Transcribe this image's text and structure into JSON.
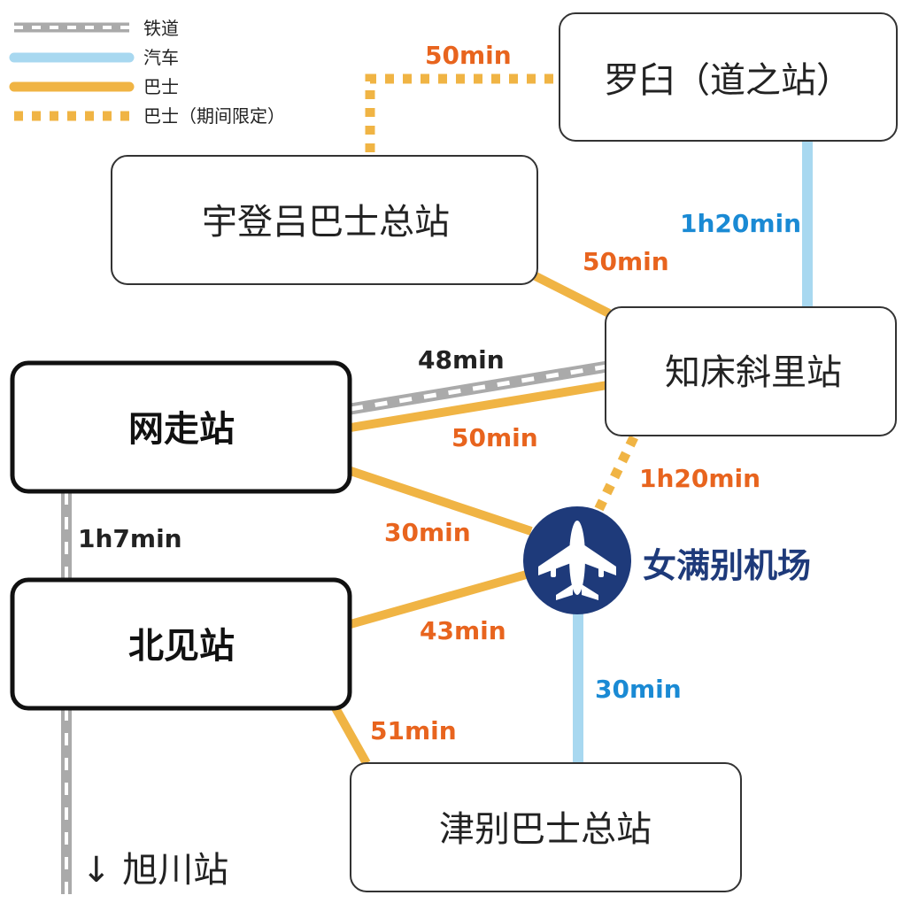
{
  "legend": {
    "items": [
      {
        "type": "rail",
        "label": "铁道"
      },
      {
        "type": "car",
        "label": "汽车"
      },
      {
        "type": "bus",
        "label": "巴士"
      },
      {
        "type": "bus-seasonal",
        "label": "巴士（期间限定）"
      }
    ]
  },
  "colors": {
    "rail_gray": "#aaaaaa",
    "car": "#a8d8f0",
    "bus": "#f0b444",
    "time_orange": "#e8641e",
    "time_blue": "#1a8ad4",
    "time_black": "#222222",
    "airport": "#1e3a7a"
  },
  "stations": {
    "rausu": "罗臼（道之站）",
    "utoro": "宇登吕巴士总站",
    "shiretoko": "知床斜里站",
    "abashiri": "网走站",
    "kitami": "北见站",
    "airport": "女满别机场",
    "tsubetsu": "津别巴士总站",
    "asahikawa": "↓ 旭川站"
  },
  "times": {
    "utoro_rausu": "50min",
    "rausu_shiretoko": "1h20min",
    "utoro_shiretoko": "50min",
    "abashiri_shiretoko_rail": "48min",
    "abashiri_shiretoko_bus": "50min",
    "shiretoko_airport": "1h20min",
    "abashiri_kitami": "1h7min",
    "abashiri_airport": "30min",
    "kitami_airport": "43min",
    "airport_tsubetsu": "30min",
    "kitami_tsubetsu": "51min"
  }
}
